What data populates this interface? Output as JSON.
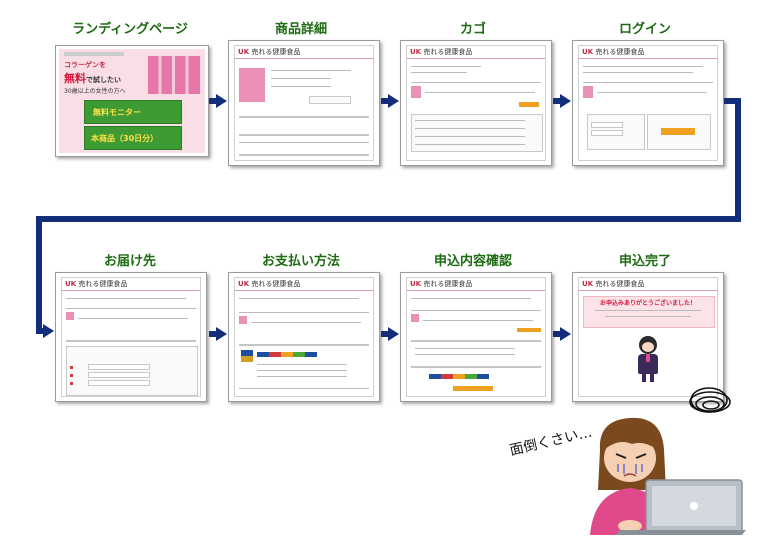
{
  "steps": [
    {
      "label": "ランディングページ"
    },
    {
      "label": "商品詳細"
    },
    {
      "label": "カゴ"
    },
    {
      "label": "ログイン"
    },
    {
      "label": "お届け先"
    },
    {
      "label": "お支払い方法"
    },
    {
      "label": "申込内容確認"
    },
    {
      "label": "申込完了"
    }
  ],
  "shop_header": {
    "brand": "UK",
    "name": "売れる健康食品"
  },
  "landing": {
    "copy_line1": "コラーゲンを",
    "copy_free": "無料",
    "copy_line1_end": "で試したい",
    "copy_line2": "30歳以上の女性の方へ",
    "banner_free": "無料モニター",
    "banner_product": "本商品（30日分）"
  },
  "completion": {
    "thanks": "お申込みありがとうございました！"
  },
  "person_caption": "面倒くさい…",
  "colors": {
    "label": "#1d6b12",
    "arrow": "#132d7a",
    "accent": "#c0304a"
  }
}
